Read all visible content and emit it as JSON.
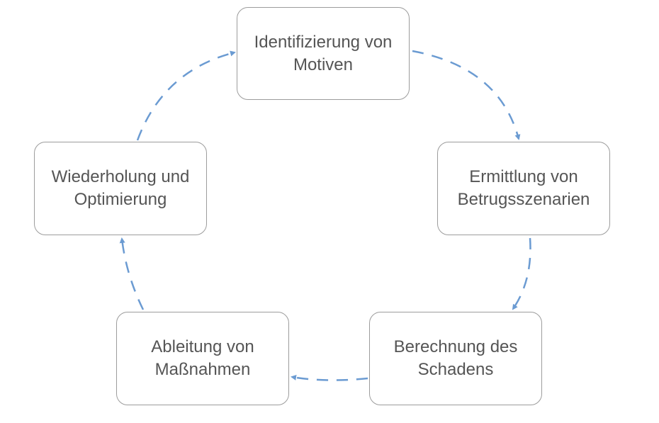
{
  "diagram": {
    "type": "cycle",
    "arrow_color": "#6b9bd2",
    "nodes": [
      {
        "id": "n1",
        "line1": "Identifizierung von",
        "line2": "Motiven"
      },
      {
        "id": "n2",
        "line1": "Ermittlung von",
        "line2": "Betrugsszenarien"
      },
      {
        "id": "n3",
        "line1": "Berechnung des",
        "line2": "Schadens"
      },
      {
        "id": "n4",
        "line1": "Ableitung von",
        "line2": "Maßnahmen"
      },
      {
        "id": "n5",
        "line1": "Wiederholung und",
        "line2": "Optimierung"
      }
    ],
    "edges": [
      {
        "from": "n1",
        "to": "n2"
      },
      {
        "from": "n2",
        "to": "n3"
      },
      {
        "from": "n3",
        "to": "n4"
      },
      {
        "from": "n4",
        "to": "n5"
      },
      {
        "from": "n5",
        "to": "n1"
      }
    ]
  }
}
